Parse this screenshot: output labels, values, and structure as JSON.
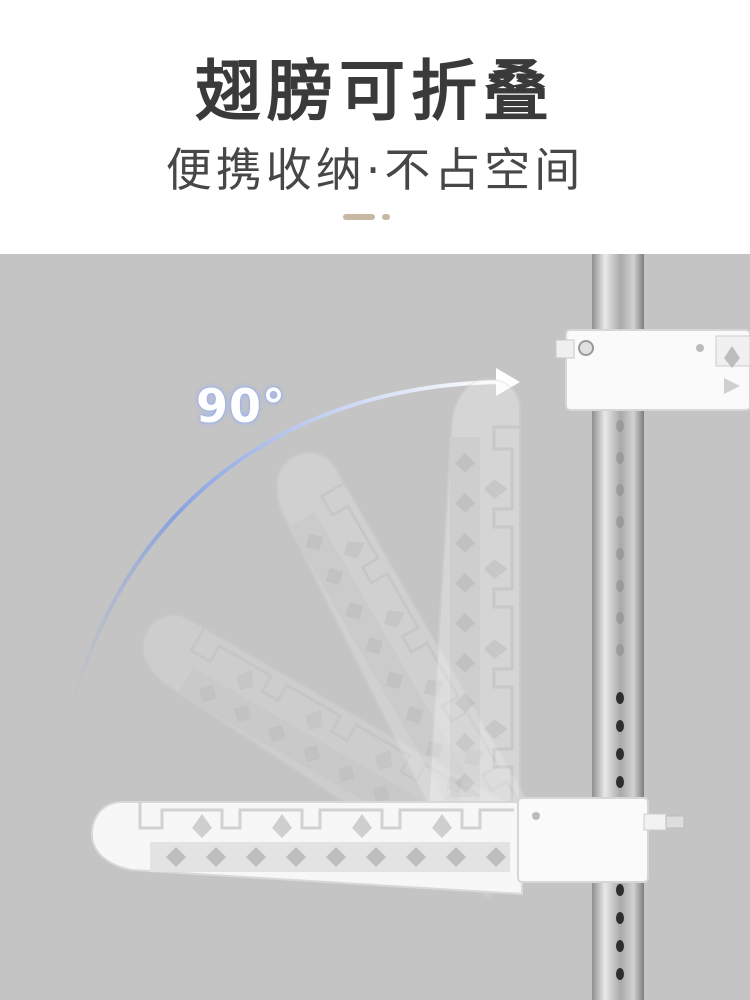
{
  "header": {
    "title": "翅膀可折叠",
    "subtitle": "便携收纳·不占空间"
  },
  "scene": {
    "angle_label": "90°"
  },
  "colors": {
    "title": "#3a3a3a",
    "subtitle": "#474747",
    "divider": "#c7b8a4",
    "background": "#c4c4c4",
    "arc": "#6a8fe0"
  },
  "icons": [
    "rotate-arrow-icon"
  ]
}
